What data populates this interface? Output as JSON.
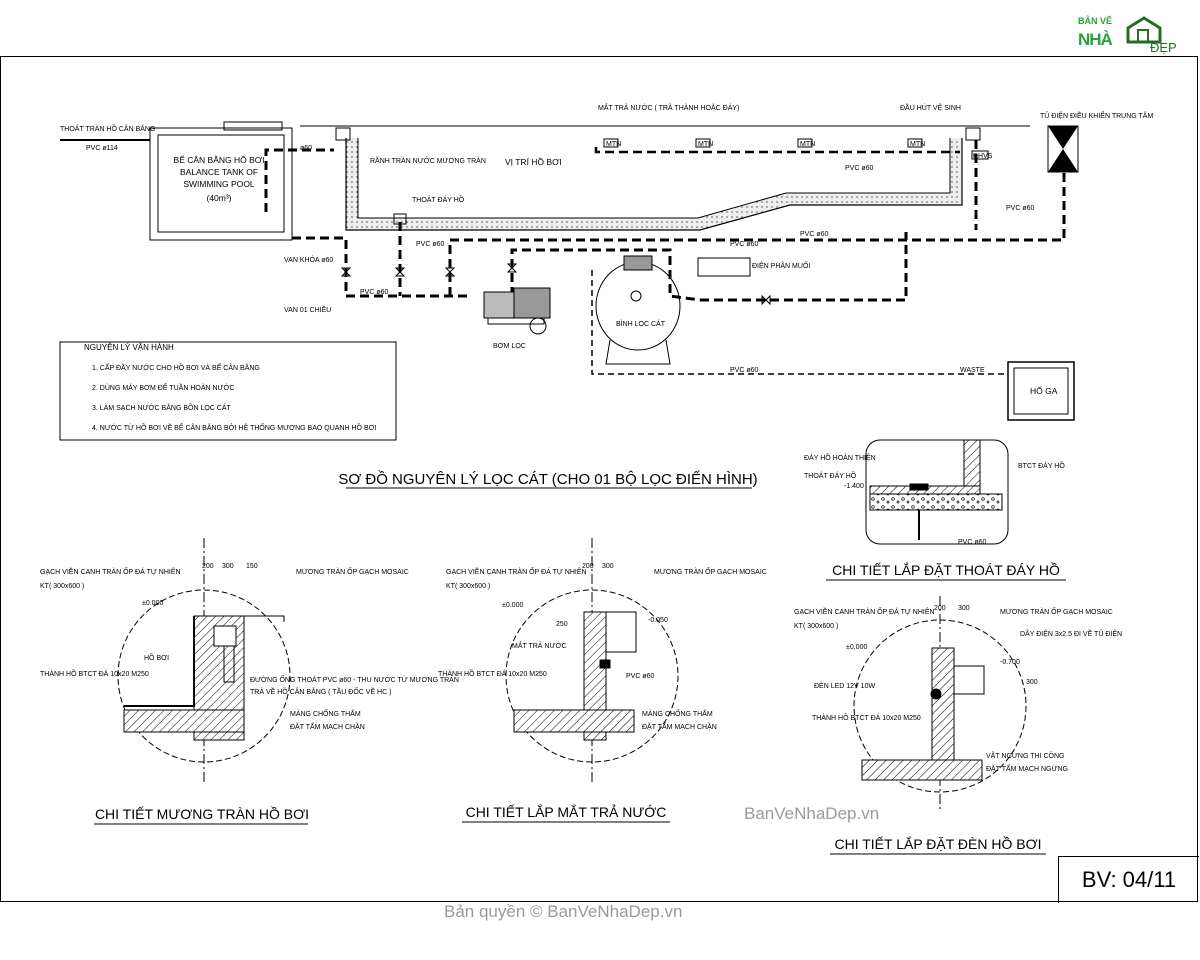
{
  "logo": {
    "line1": "BẢN VẼ",
    "line2": "NHÀ",
    "line3": "ĐẸP"
  },
  "sheet_number": "BV: 04/11",
  "watermark": "BanVeNhaDep.vn",
  "copyright": "Bản quyền © BanVeNhaDep.vn",
  "schematic": {
    "balance_tank": {
      "name_vi": "BỂ CÂN BẰNG HỒ BƠI",
      "name_en_1": "BALANCE TANK OF",
      "name_en_2": "SWIMMING POOL",
      "volume": "(40m³)"
    },
    "labels": {
      "overflow_inlet": "THOÁT TRÀN HỒ CÂN BẰNG",
      "pvc_114": "PVC ø114",
      "pipe_60_a": "ø60",
      "overflow_gutter": "RÃNH TRÀN NƯỚC MƯƠNG TRÀN",
      "pool_position": "VỊ TRÍ HỒ BƠI",
      "return_nozzle": "MẮT TRẢ NƯỚC ( TRẢ THÀNH HOẶC ĐÁY)",
      "vacuum_point": "ĐẦU HÚT VỆ SINH",
      "pvc_60_a": "PVC ø60",
      "pvc_60_b": "PVC ø60",
      "pvc_60_c": "PVC ø60",
      "pvc_60_d": "PVC ø60",
      "pvc_60_e": "PVC ø60",
      "pvc_60_f": "PVC ø60",
      "pvc_60_g": "PVC ø60",
      "main_drain": "THOÁT ĐÁY HỒ",
      "valve": "VAN KHÓA ø60",
      "check_valve": "VAN 01 CHIỀU",
      "pump": "BƠM LỌC",
      "sand_filter": "BÌNH LỌC CÁT",
      "heater": "ĐIỆN PHÂN MUỐI",
      "control_panel": "TỦ ĐIỆN ĐIỀU KHIỂN TRUNG TÂM",
      "waste": "WASTE",
      "manhole": "HỐ GA",
      "nozzle_tag_1": "MTN",
      "nozzle_tag_2": "MTN",
      "nozzle_tag_3": "MTN",
      "nozzle_tag_4": "MTN",
      "vacuum_tag": "ĐHVS"
    },
    "notes": {
      "title": "NGUYÊN LÝ VẬN HÀNH",
      "items": [
        "1. CẤP ĐẦY NƯỚC CHO HỒ BƠI VÀ BỂ CÂN BẰNG",
        "2. DÙNG MÁY BƠM ĐỂ TUẦN HOÀN NƯỚC",
        "3. LÀM SẠCH NƯỚC BẰNG BỒN LỌC CÁT",
        "4. NƯỚC TỪ HỒ BƠI VỀ BỂ CÂN BẰNG BỞI HỆ THỐNG MƯƠNG BAO QUANH HỒ BƠI"
      ]
    },
    "title": "SƠ ĐỒ NGUYÊN LÝ LỌC CÁT (CHO 01 BỘ LỌC ĐIỂN HÌNH)"
  },
  "details": {
    "drain": {
      "title": "CHI TIẾT LẮP ĐẶT THOÁT ĐÁY HỒ",
      "labels": {
        "floor": "ĐÁY HỒ HOÀN THIỆN",
        "drain": "THOÁT ĐÁY HỒ",
        "level": "-1.400",
        "wall": "BTCT ĐÁY HỒ",
        "pipe": "PVC ø60"
      }
    },
    "gutter": {
      "title": "CHI TIẾT MƯƠNG TRÀN HỒ BƠI",
      "labels": {
        "edge": "GẠCH VIỀN CANH TRÀN ỐP ĐÁ TỰ NHIÊN",
        "edge_size": "KT( 300x600 )",
        "gutter": "MƯƠNG TRÀN ỐP GẠCH MOSAIC",
        "level": "±0.000",
        "pool": "HỒ BƠI",
        "wall": "THÀNH HỒ BTCT ĐÁ 10x20 M250",
        "pipe": "ĐƯỜNG ỐNG THOÁT PVC ø60 - THU NƯỚC TỪ MƯƠNG TRÀN",
        "pipe2": "TRẢ VỀ HỒ CÂN BẰNG ( TẦU ĐỐC VỀ HC )",
        "waterproof": "MÀNG CHỐNG THẤM",
        "waterproof2": "ĐẶT TẤM MẠCH CHẶN",
        "dim1": "200",
        "dim2": "300",
        "dim3": "150"
      }
    },
    "nozzle": {
      "title": "CHI TIẾT LẮP MẮT TRẢ NƯỚC",
      "labels": {
        "edge": "GẠCH VIỀN CANH TRÀN ỐP ĐÁ TỰ NHIÊN",
        "edge_size": "KT( 300x600 )",
        "gutter": "MƯƠNG TRÀN ỐP GẠCH MOSAIC",
        "level": "±0.000",
        "level2": "-0.050",
        "nozzle": "MẮT TRẢ NƯỚC",
        "wall": "THÀNH HỒ BTCT ĐÁ 10x20 M250",
        "pipe": "PVC ø60",
        "waterproof": "MÀNG CHỐNG THẤM",
        "waterproof2": "ĐẶT TẤM MẠCH CHẶN",
        "dim1": "200",
        "dim2": "300",
        "dim3": "250"
      }
    },
    "light": {
      "title": "CHI TIẾT LẮP ĐẶT ĐÈN HỒ BƠI",
      "labels": {
        "edge": "GẠCH VIỀN CANH TRÀN ỐP ĐÁ TỰ NHIÊN",
        "edge_size": "KT( 300x600 )",
        "gutter": "MƯƠNG TRÀN ỐP GẠCH MOSAIC",
        "cable": "DÂY ĐIỆN 3x2.5 ĐI VỀ TỦ ĐIỆN",
        "level": "±0.000",
        "level2": "-0.700",
        "led": "ĐÈN LED 12V 10W",
        "wall": "THÀNH HỒ BTCT ĐÁ 10x20 M250",
        "waterproof": "VẬT NGỪNG THI CÔNG",
        "waterproof2": "ĐẶT TẤM MẠCH NGỪNG",
        "dim1": "200",
        "dim2": "300",
        "dim3": "300"
      }
    }
  }
}
